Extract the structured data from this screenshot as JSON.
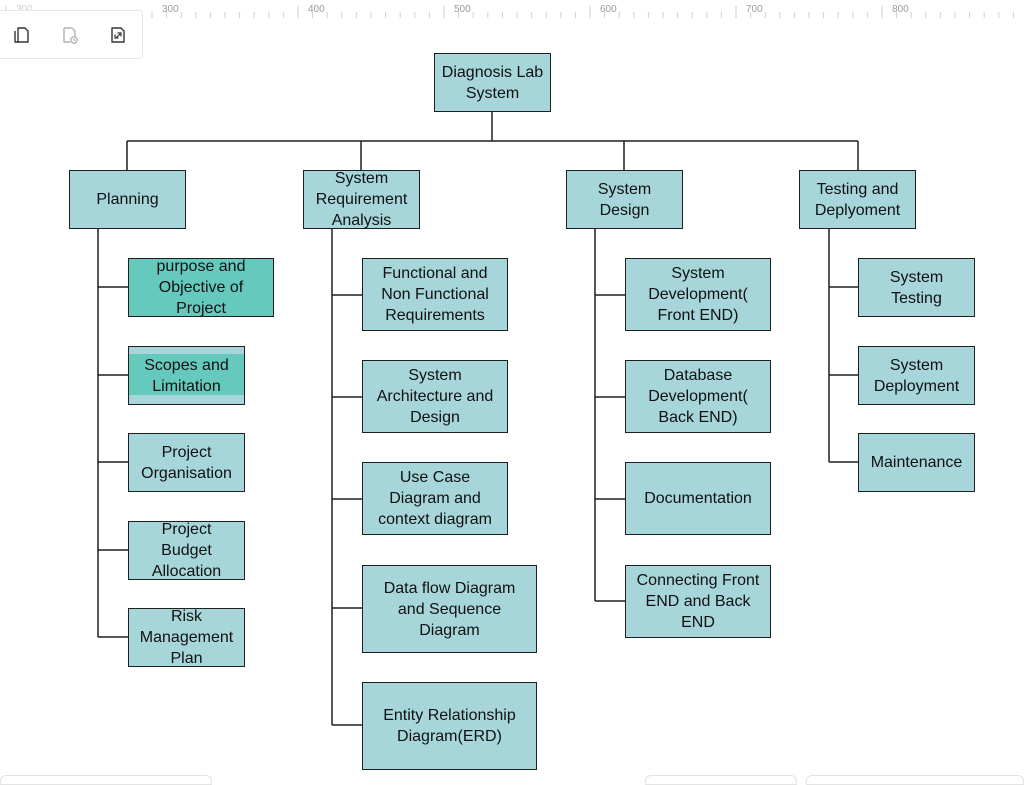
{
  "ruler": {
    "labels": [
      "300",
      "300",
      "400",
      "500",
      "600",
      "700",
      "800"
    ]
  },
  "toolbar": {
    "buttons": [
      {
        "name": "page-copy-icon"
      },
      {
        "name": "page-clock-icon"
      },
      {
        "name": "page-expand-icon"
      }
    ]
  },
  "diagram": {
    "root": "Diagnosis Lab\nSystem",
    "branches": [
      {
        "label": "Planning",
        "children": [
          "purpose and\nObjective of\nProject",
          "Scopes and\nLimitation",
          "Project\nOrganisation",
          "Project\nBudget\nAllocation",
          "Risk\nManagement\nPlan"
        ]
      },
      {
        "label": "System\nRequirement\nAnalysis",
        "children": [
          "Functional and\nNon Functional\nRequirements",
          "System\nArchitecture and\nDesign",
          "Use Case\nDiagram and\ncontext diagram",
          "Data flow  Diagram\nand Sequence\nDiagram",
          "Entity Relationship\nDiagram(ERD)"
        ]
      },
      {
        "label": "System\nDesign",
        "children": [
          "System\nDevelopment(\nFront END)",
          "Database\nDevelopment(\nBack END)",
          "Documentation",
          "Connecting Front\nEND and Back\nEND"
        ]
      },
      {
        "label": "Testing and\nDeplyoment",
        "children": [
          "System\nTesting",
          "System\nDeployment",
          "Maintenance"
        ]
      }
    ]
  },
  "colors": {
    "node_fill": "#a6d6d9",
    "node_highlight": "#66c9bd",
    "node_border": "#1f1f1f",
    "connector": "#1f1f1f"
  }
}
